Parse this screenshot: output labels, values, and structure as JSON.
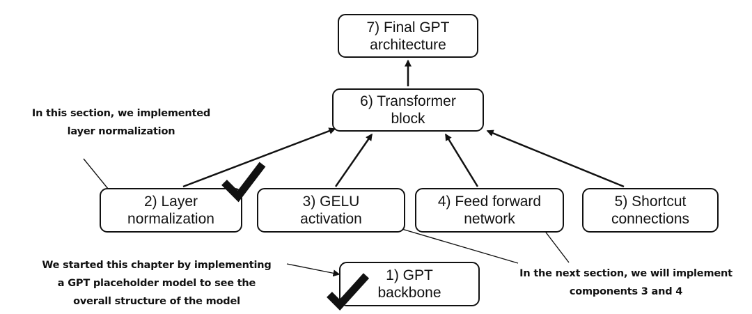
{
  "nodes": {
    "final_gpt": {
      "line1": "7) Final GPT",
      "line2": "architecture"
    },
    "transformer_block": {
      "line1": "6) Transformer",
      "line2": "block"
    },
    "layer_norm": {
      "line1": "2) Layer",
      "line2": "normalization"
    },
    "gelu": {
      "line1": "3) GELU",
      "line2": "activation"
    },
    "feed_forward": {
      "line1": "4) Feed forward",
      "line2": "network"
    },
    "shortcut": {
      "line1": "5) Shortcut",
      "line2": "connections"
    },
    "gpt_backbone": {
      "line1": "1) GPT",
      "line2": "backbone"
    }
  },
  "annotations": {
    "this_section": {
      "line1": "In this section, we implemented",
      "line2": "layer normalization"
    },
    "chapter_start": {
      "line1": "We started this chapter by implementing",
      "line2": "a GPT placeholder model to see the",
      "line3": "overall structure of the model"
    },
    "next_section": {
      "line1": "In the next section, we will implement",
      "line2": "components 3 and 4"
    }
  },
  "completed_marks": [
    "layer_norm",
    "gpt_backbone"
  ],
  "colors": {
    "stroke": "#111111",
    "background": "#ffffff"
  }
}
